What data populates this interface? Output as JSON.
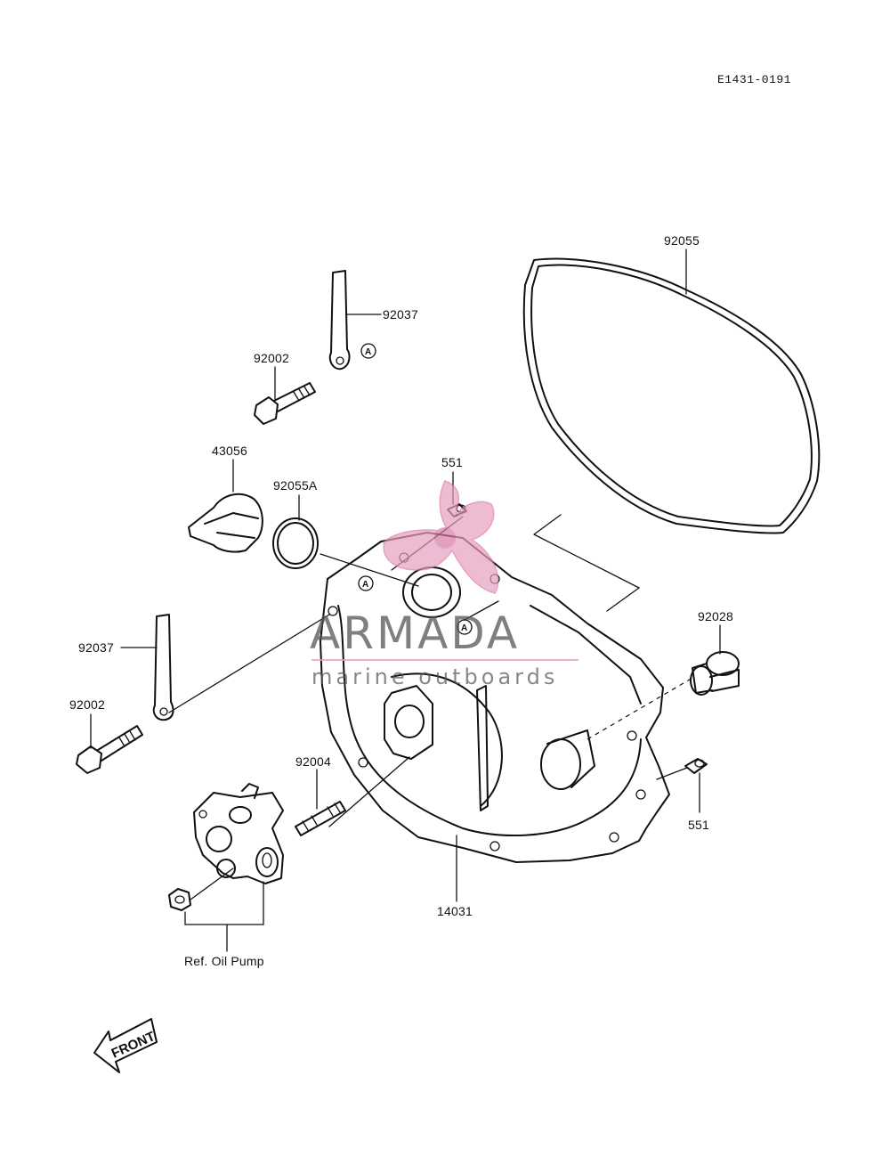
{
  "diagram": {
    "ref_code": "E1431-0191",
    "parts": {
      "p92055": "92055",
      "p92037_top": "92037",
      "p92002_top": "92002",
      "p43056": "43056",
      "p92055A": "92055A",
      "p551_top": "551",
      "p92037_left": "92037",
      "p92002_left": "92002",
      "p92028": "92028",
      "p92004": "92004",
      "p551_right": "551",
      "p14031": "14031"
    },
    "ref_oil_pump": "Ref. Oil Pump",
    "marker_a": "A",
    "front_label": "FRONT"
  },
  "watermark": {
    "brand": "ARMADA",
    "tagline": "marine outboards",
    "accent_color": "#e8a0bf"
  }
}
